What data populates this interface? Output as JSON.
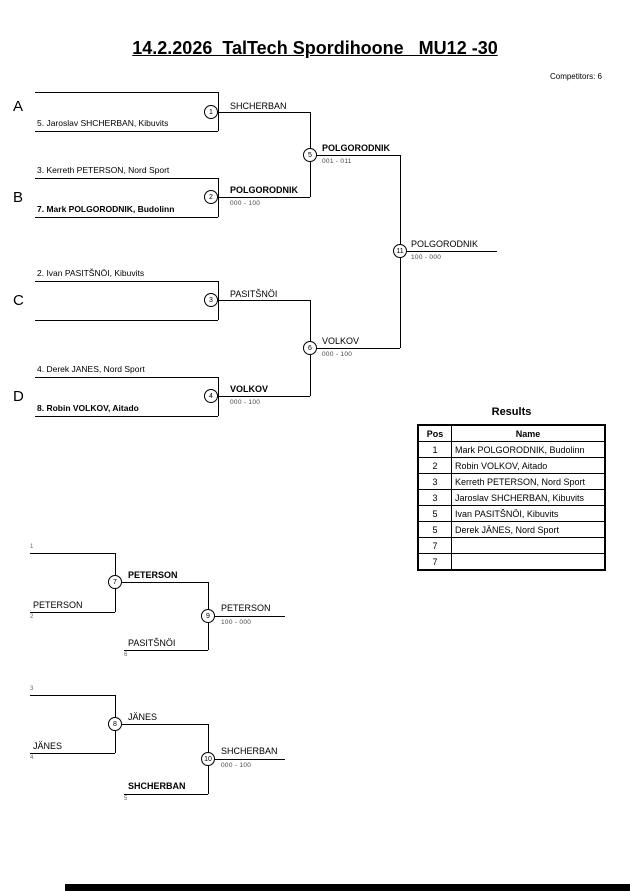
{
  "header": {
    "title": "14.2.2026  TalTech Spordihoone   MU12 -30",
    "competitors": "Competitors: 6"
  },
  "bracket": {
    "sections": [
      "A",
      "B",
      "C",
      "D"
    ],
    "entries": {
      "a_top": "",
      "a_bottom": "5. Jaroslav SHCHERBAN, Kibuvits",
      "b_top": "3. Kerreth PETERSON, Nord Sport",
      "b_bottom": "7. Mark POLGORODNIK, Budolinn",
      "c_top": "2. Ivan PASITŠNÖI, Kibuvits",
      "c_bottom": "",
      "d_top": "4. Derek JANES, Nord Sport",
      "d_bottom": "8. Robin VOLKOV, Aitado"
    },
    "matches": {
      "m1": {
        "no": "1",
        "winner": "SHCHERBAN",
        "score": ""
      },
      "m2": {
        "no": "2",
        "winner": "POLGORODNIK",
        "score": "000 - 100"
      },
      "m3": {
        "no": "3",
        "winner": "PASITŠNÖI",
        "score": ""
      },
      "m4": {
        "no": "4",
        "winner": "VOLKOV",
        "score": "000 - 100"
      },
      "m5": {
        "no": "5",
        "winner": "POLGORODNIK",
        "score": "001 - 011"
      },
      "m6": {
        "no": "6",
        "winner": "VOLKOV",
        "score": "000 - 100"
      },
      "m11": {
        "no": "11",
        "winner": "POLGORODNIK",
        "score": "100 - 000"
      }
    }
  },
  "results": {
    "title": "Results",
    "columns": {
      "pos": "Pos",
      "name": "Name"
    },
    "rows": [
      {
        "pos": "1",
        "name": "Mark POLGORODNIK, Budolinn"
      },
      {
        "pos": "2",
        "name": "Robin VOLKOV, Aitado"
      },
      {
        "pos": "3",
        "name": "Kerreth PETERSON, Nord Sport"
      },
      {
        "pos": "3",
        "name": "Jaroslav SHCHERBAN, Kibuvits"
      },
      {
        "pos": "5",
        "name": "Ivan PASITŠNÖI, Kibuvits"
      },
      {
        "pos": "5",
        "name": "Derek JÄNES, Nord Sport"
      },
      {
        "pos": "7",
        "name": ""
      },
      {
        "pos": "7",
        "name": ""
      }
    ]
  },
  "repechage": {
    "r1": {
      "seed_top": "1",
      "seed_bottom": "2",
      "entry_bottom": "PETERSON",
      "entry_loser": "PASITŠNÖI",
      "seed_loser": "6",
      "m7": {
        "no": "7",
        "winner": "PETERSON"
      },
      "m9": {
        "no": "9",
        "winner": "PETERSON",
        "score": "100 - 000"
      }
    },
    "r2": {
      "seed_top": "3",
      "seed_bottom": "4",
      "entry_bottom": "JÄNES",
      "entry_loser": "SHCHERBAN",
      "seed_loser": "5",
      "m8": {
        "no": "8",
        "winner": "JÄNES"
      },
      "m10": {
        "no": "10",
        "winner": "SHCHERBAN",
        "score": "000 - 100"
      }
    }
  }
}
